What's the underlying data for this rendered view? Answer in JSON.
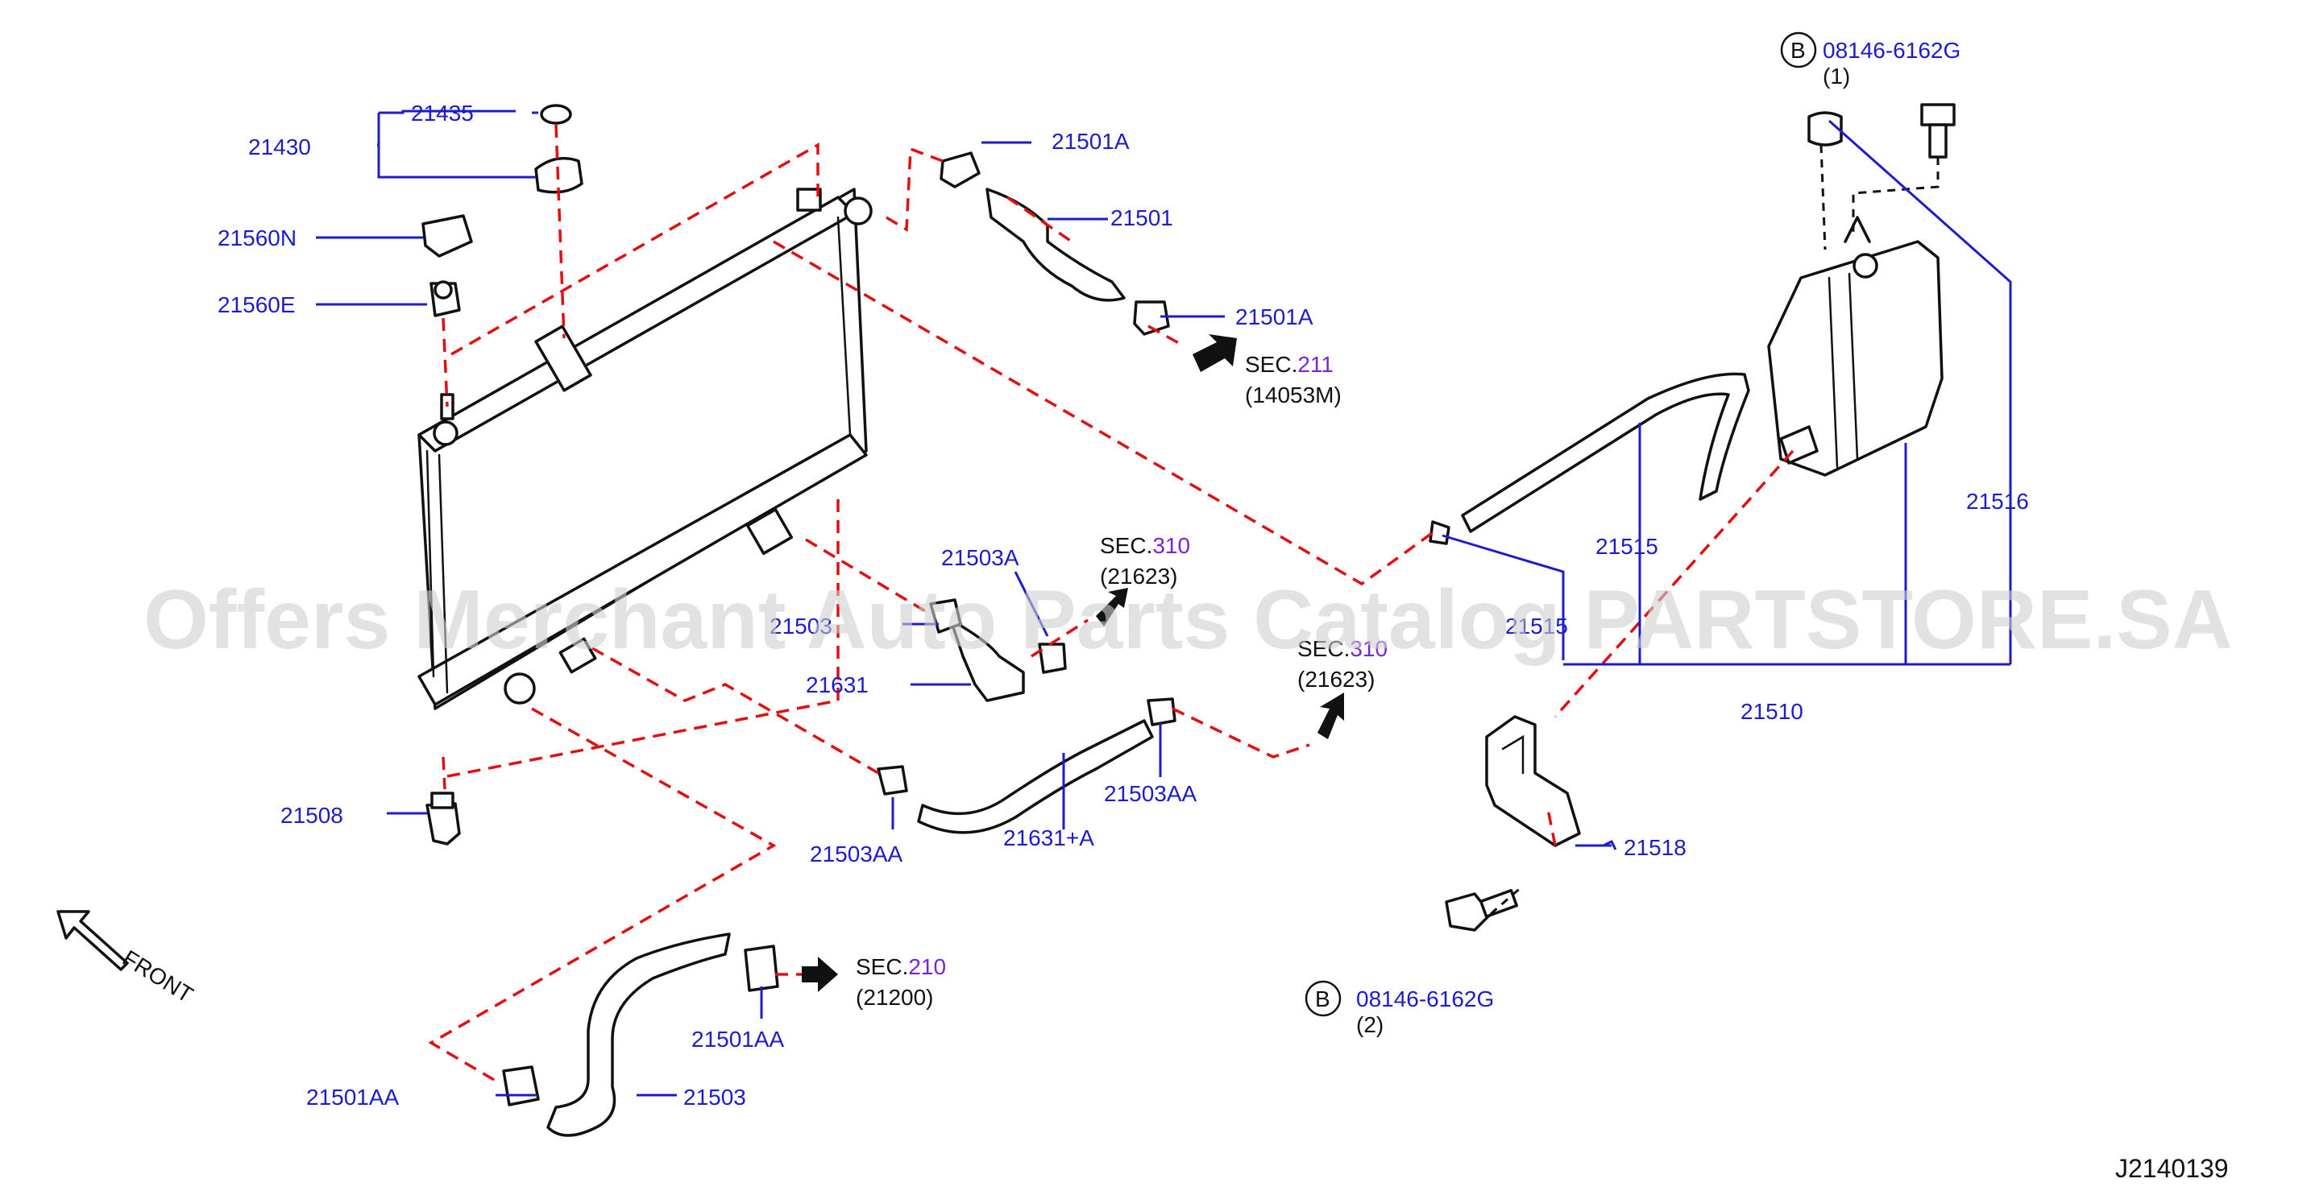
{
  "watermark": "Offers Merchant Auto Parts Catalog PARTSTORE.SA",
  "diagram_code": "J2140139",
  "front_label": "FRONT",
  "callouts": {
    "p21435": "21435",
    "p21430": "21430",
    "p21560n": "21560N",
    "p21560e": "21560E",
    "p21508": "21508",
    "p21501a_top": "21501A",
    "p21501": "21501",
    "p21501a_bot": "21501A",
    "p21503a": "21503A",
    "p21503x": "21503",
    "p21631": "21631",
    "p21503aa_l": "21503AA",
    "p21631a": "21631+A",
    "p21503aa_r": "21503AA",
    "p21501aa_r": "21501AA",
    "p21501aa_l": "21501AA",
    "p21503": "21503",
    "p21515": "21515",
    "p21515b": "21515",
    "p21510": "21510",
    "p21516": "21516",
    "p21518": "21518",
    "bolt_top": "08146-6162G",
    "bolt_top_qty": "(1)",
    "bolt_bot": "08146-6162G",
    "bolt_bot_qty": "(2)",
    "bolt_letter": "B"
  },
  "sections": {
    "s211": {
      "prefix": "SEC.",
      "num": "211",
      "ref": "(14053M)"
    },
    "s310a": {
      "prefix": "SEC.",
      "num": "310",
      "ref": "(21623)"
    },
    "s310b": {
      "prefix": "SEC.",
      "num": "310",
      "ref": "(21623)"
    },
    "s210": {
      "prefix": "SEC.",
      "num": "210",
      "ref": "(21200)"
    }
  },
  "colors": {
    "callout": "#1c1ccc",
    "section_number": "#7a24d6",
    "routing_dash": "#e01010",
    "line_art": "#111111"
  }
}
